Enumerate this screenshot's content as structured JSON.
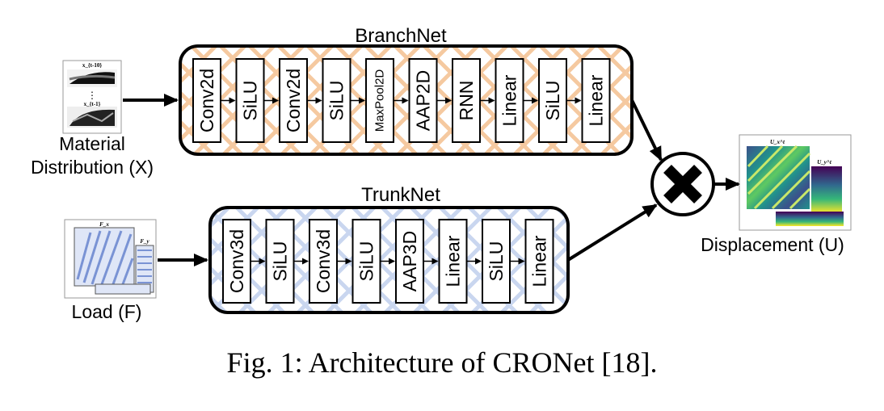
{
  "branch": {
    "title": "BranchNet",
    "layers": [
      "Conv2d",
      "SiLU",
      "Conv2d",
      "SiLU",
      "MaxPool2D",
      "AAP2D",
      "RNN",
      "Linear",
      "SiLU",
      "Linear"
    ],
    "pattern_color": "#f5c9a0"
  },
  "trunk": {
    "title": "TrunkNet",
    "layers": [
      "Conv3d",
      "SiLU",
      "Conv3d",
      "SiLU",
      "AAP3D",
      "Linear",
      "SiLU",
      "Linear"
    ],
    "pattern_color": "#c9d6ef"
  },
  "inputs": {
    "material_label_1": "Material",
    "material_label_2": "Distribution (X)",
    "material_thumb_top": "x_{t-10}",
    "material_thumb_dots": "⋮",
    "material_thumb_bottom": "x_{t-1}",
    "load_label": "Load (F)",
    "load_thumb_fx": "F_x",
    "load_thumb_fy": "F_y"
  },
  "output": {
    "label": "Displacement (U)",
    "thumb_ux": "U_x^t",
    "thumb_uy": "U_y^t"
  },
  "operator": {
    "symbol": "✕",
    "icon": "multiply-icon"
  },
  "caption": "Fig. 1: Architecture of CRONet [18]."
}
